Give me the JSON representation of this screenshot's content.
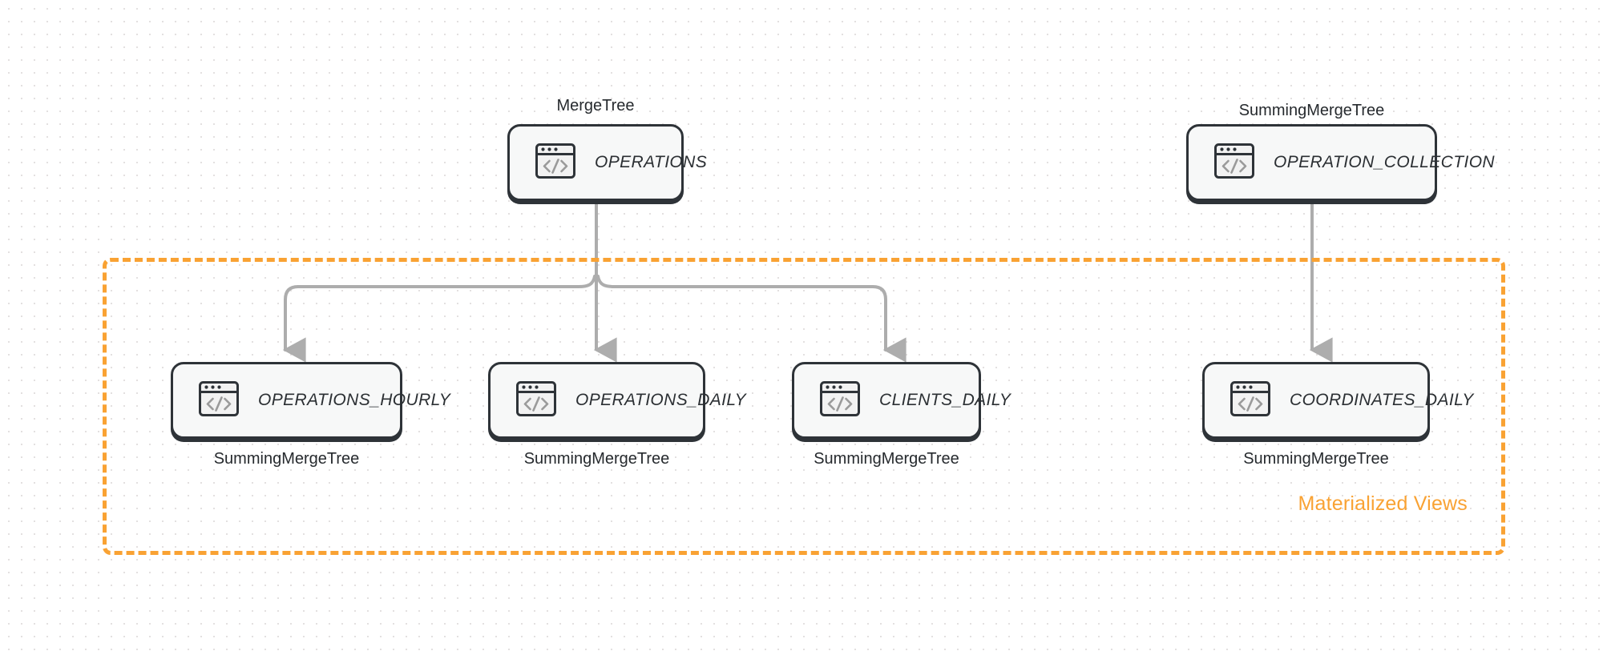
{
  "diagram": {
    "title": "ClickHouse table and materialized view topology",
    "background": "#ffffff",
    "grid_dot_color": "#e3e0e0",
    "accent_color": "#f9a233",
    "node_border_color": "#2e3338",
    "node_fill_color": "#f7f8f8",
    "edge_color": "#adadad"
  },
  "group": {
    "label": "Materialized Views",
    "style": "dashed",
    "color": "#f9a233"
  },
  "sources": [
    {
      "id": "operations",
      "label": "OPERATIONS",
      "engine": "MergeTree",
      "engine_position": "above",
      "icon": "code-window-icon"
    },
    {
      "id": "operation_collection",
      "label": "OPERATION_COLLECTION",
      "engine": "SummingMergeTree",
      "engine_position": "above",
      "icon": "code-window-icon"
    }
  ],
  "views": [
    {
      "id": "operations_hourly",
      "label": "OPERATIONS_HOURLY",
      "engine": "SummingMergeTree",
      "engine_position": "below",
      "icon": "code-window-icon"
    },
    {
      "id": "operations_daily",
      "label": "OPERATIONS_DAILY",
      "engine": "SummingMergeTree",
      "engine_position": "below",
      "icon": "code-window-icon"
    },
    {
      "id": "clients_daily",
      "label": "CLIENTS_DAILY",
      "engine": "SummingMergeTree",
      "engine_position": "below",
      "icon": "code-window-icon"
    },
    {
      "id": "coordinates_daily",
      "label": "COORDINATES_DAILY",
      "engine": "SummingMergeTree",
      "engine_position": "below",
      "icon": "code-window-icon"
    }
  ],
  "edges": [
    {
      "from": "operations",
      "to": "operations_hourly"
    },
    {
      "from": "operations",
      "to": "operations_daily"
    },
    {
      "from": "operations",
      "to": "clients_daily"
    },
    {
      "from": "operation_collection",
      "to": "coordinates_daily"
    }
  ]
}
